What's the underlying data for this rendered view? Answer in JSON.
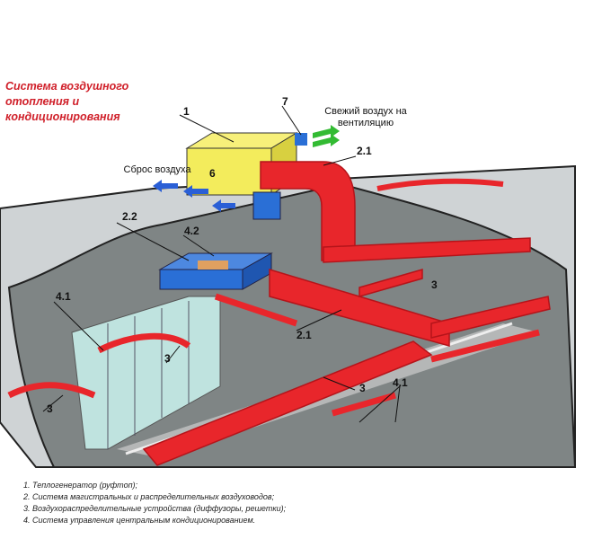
{
  "title": "Система воздушного\nотопления и\nкондиционирования",
  "labels": {
    "n1": "1",
    "n7": "7",
    "n6": "6",
    "n2_1a": "2.1",
    "n2_2": "2.2",
    "n4_2": "4.2",
    "n4_1a": "4.1",
    "n2_1b": "2.1",
    "n3a": "3",
    "n3b": "3",
    "n3c": "3",
    "n3d": "3",
    "n4_1b": "4.1"
  },
  "notes": {
    "fresh_air": "Свежий воздух на\nвентиляцию",
    "exhaust": "Сброс воздуха"
  },
  "legend": [
    "1. Теплогенератор (руфтоп);",
    "2. Система магистральных и распределительных воздуховодов;",
    "3. Воздухораспределительные устройства (диффузоры, решетки);",
    "4. Система управления центральным кондиционированием."
  ],
  "colors": {
    "duct": "#e8262b",
    "duct_dark": "#b5141a",
    "unit": "#f3ec5c",
    "blue_unit": "#2a6fd6",
    "roof": "#cdd1d3",
    "floor": "#8e9394",
    "fresh_air_arrow": "#33bb33",
    "exhaust_arrow": "#2a5fd6"
  }
}
